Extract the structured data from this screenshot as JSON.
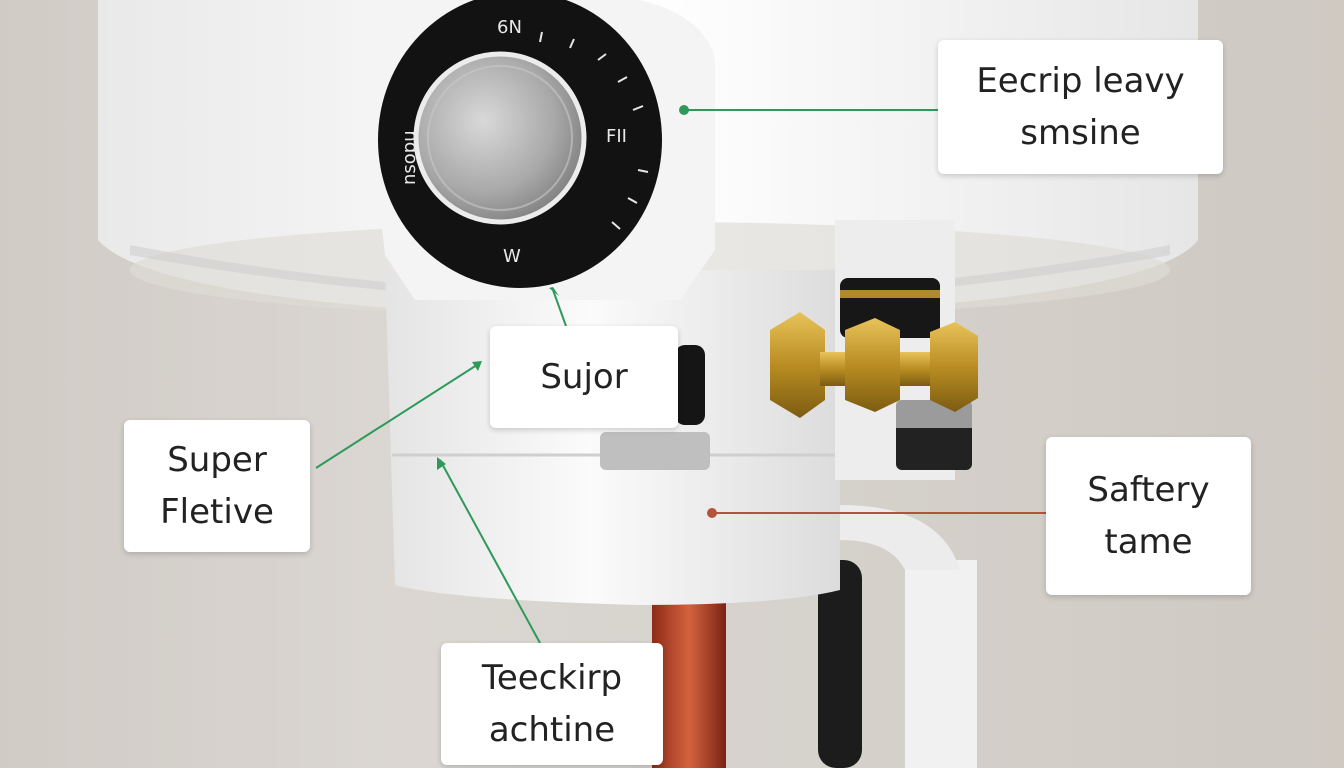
{
  "dial": {
    "top": "6N",
    "right": "FII",
    "bottom": "W",
    "left": "nsopu"
  },
  "callouts": [
    {
      "id": "top-right",
      "lines": [
        "Eecrip leavy",
        "smsine"
      ],
      "color": "#2e9a5a"
    },
    {
      "id": "center",
      "lines": [
        "Sujor"
      ],
      "color": "#2e9a5a"
    },
    {
      "id": "left",
      "lines": [
        "Super",
        "Fletive"
      ],
      "color": "#2e9a5a"
    },
    {
      "id": "right",
      "lines": [
        "Saftery",
        "tame"
      ],
      "color": "#b5533a"
    },
    {
      "id": "bottom",
      "lines": [
        "Teeckirp",
        "achtine"
      ],
      "color": "#2e9a5a"
    }
  ]
}
